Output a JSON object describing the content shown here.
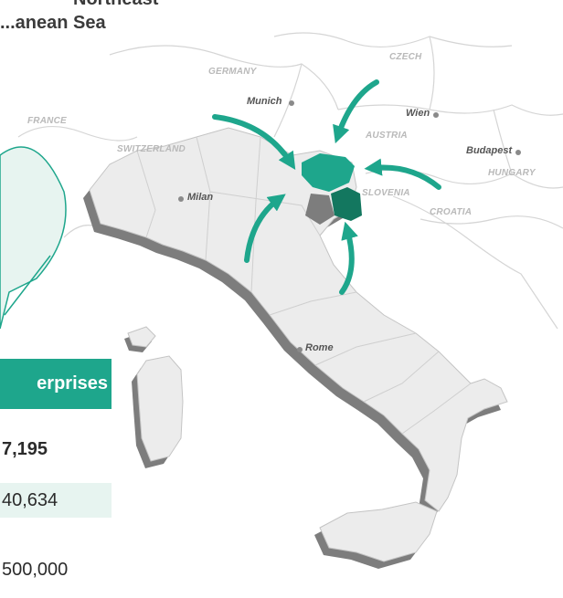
{
  "title": {
    "line1": "Northeast",
    "line2": "...anean Sea"
  },
  "countries": {
    "germany": "GERMANY",
    "czech": "CZECH",
    "france": "FRANCE",
    "austria": "AUSTRIA",
    "switzerland": "SWITZERLAND",
    "hungary": "HUNGARY",
    "slovenia": "SLOVENIA",
    "croatia": "CROATIA"
  },
  "cities": {
    "munich": "Munich",
    "wien": "Wien",
    "budapest": "Budapest",
    "milan": "Milan",
    "rome": "Rome"
  },
  "stats": {
    "header": "erprises",
    "rows": [
      "7,195",
      "40,634",
      "500,000"
    ]
  },
  "colors": {
    "accent": "#1ea68c",
    "accent_dark": "#13775f",
    "land": "#ececec",
    "shadow": "#7d7d7d",
    "row_shade": "#e7f4f0"
  }
}
